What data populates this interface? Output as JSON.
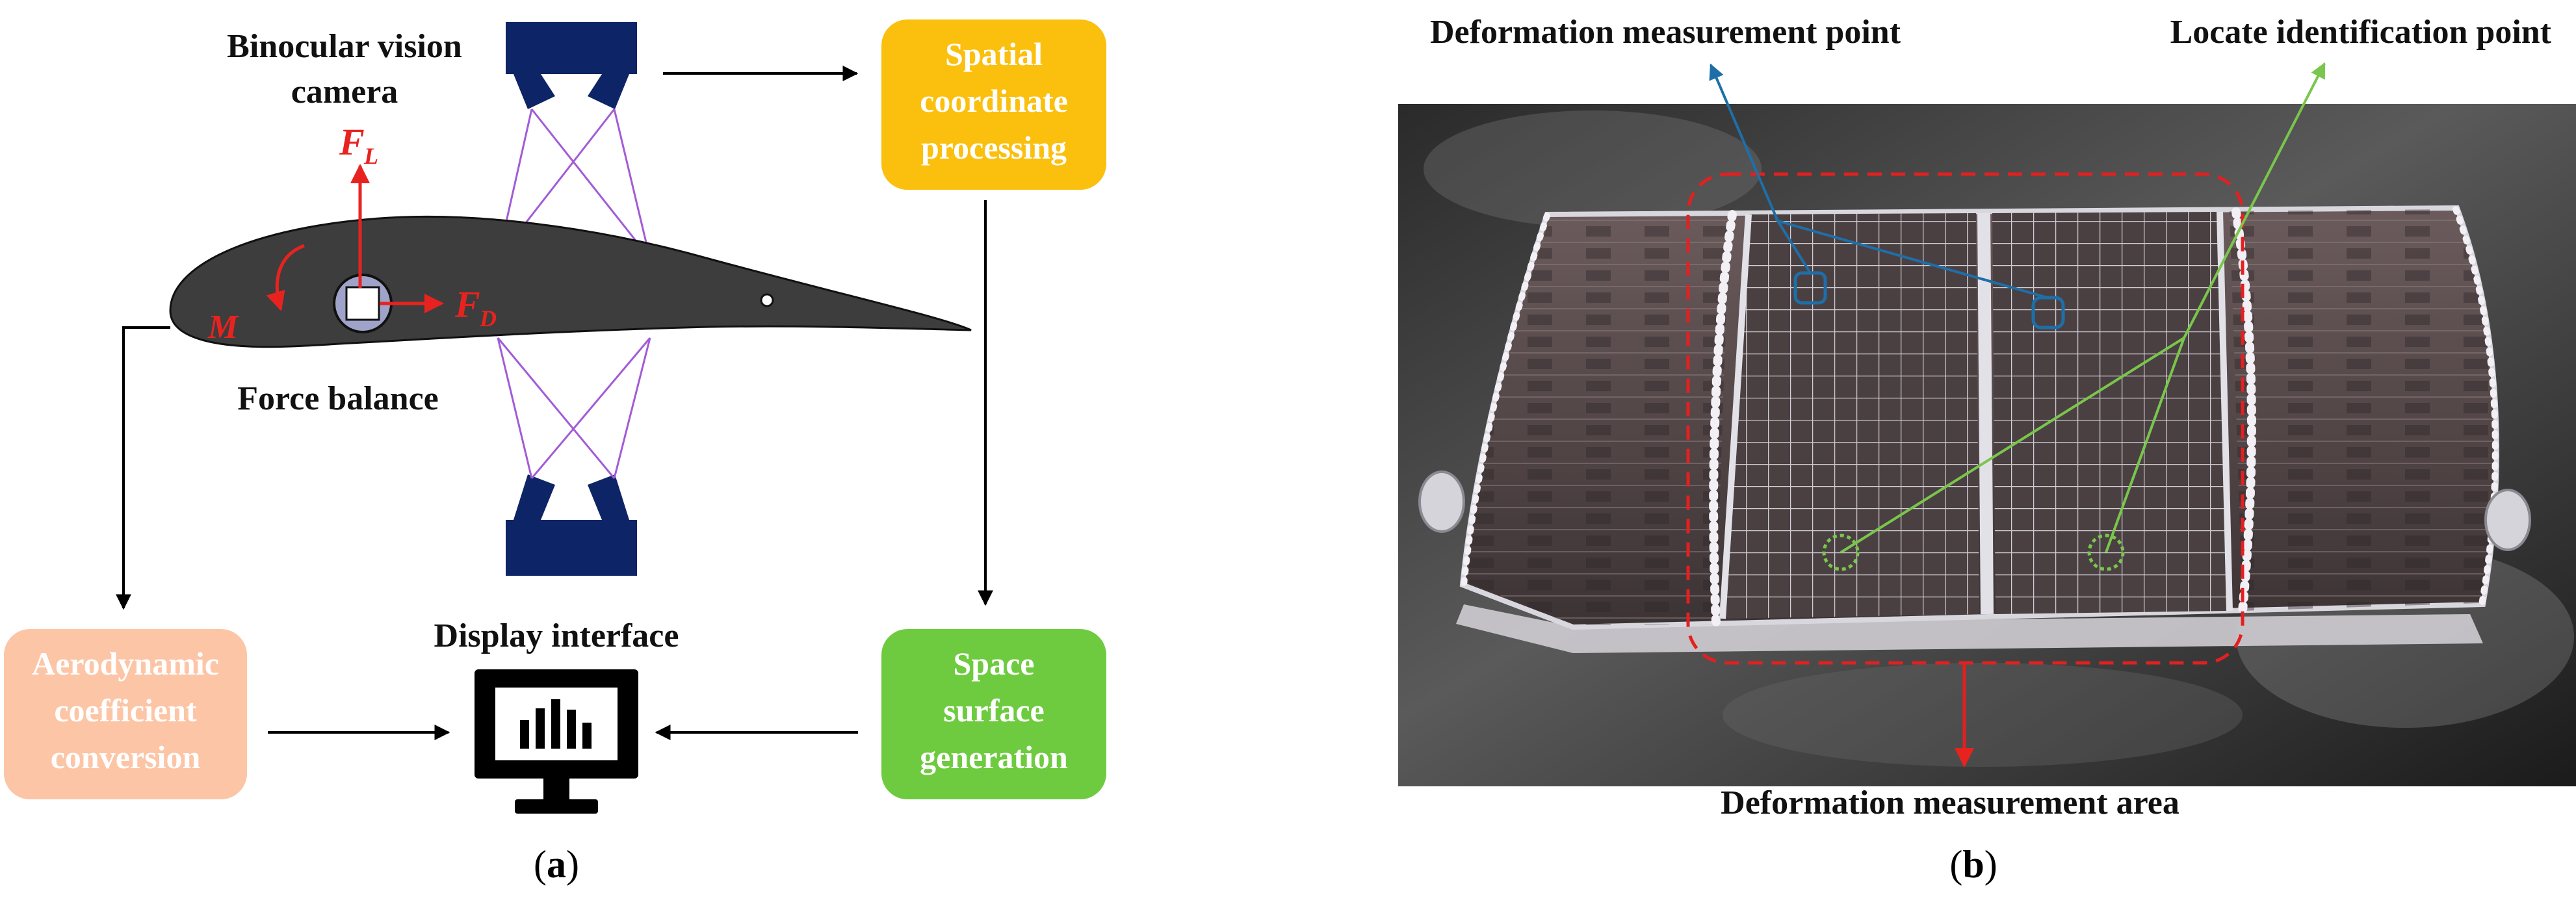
{
  "panel_a": {
    "camera_label": [
      "Binocular vision",
      "camera"
    ],
    "force_balance_label": "Force balance",
    "display_label": "Display interface",
    "force_lift": {
      "main": "F",
      "sub": "L"
    },
    "force_drag": {
      "main": "F",
      "sub": "D"
    },
    "moment": "M",
    "box_spatial": [
      "Spatial",
      "coordinate",
      "processing"
    ],
    "box_surface": [
      "Space",
      "surface",
      "generation"
    ],
    "box_aero": [
      "Aerodynamic",
      "coefficient",
      "conversion"
    ],
    "caption": {
      "open": "(",
      "letter": "a",
      "close": ")"
    }
  },
  "panel_b": {
    "label_deformation_point": "Deformation measurement point",
    "label_locate_point": "Locate identification point",
    "label_area": "Deformation measurement area",
    "caption": {
      "open": "(",
      "letter": "b",
      "close": ")"
    }
  },
  "colors": {
    "camera": "#0d2466",
    "rays": "#a25cd6",
    "airfoil": "#3d3d3d",
    "force": "#e8231f",
    "box_spatial": "#fbbf0e",
    "box_surface": "#6ecb3f",
    "box_aero": "#fcc5a6",
    "blue_marker": "#1e6fa8",
    "green_marker": "#7ac64c",
    "red_dash": "#e32020"
  }
}
